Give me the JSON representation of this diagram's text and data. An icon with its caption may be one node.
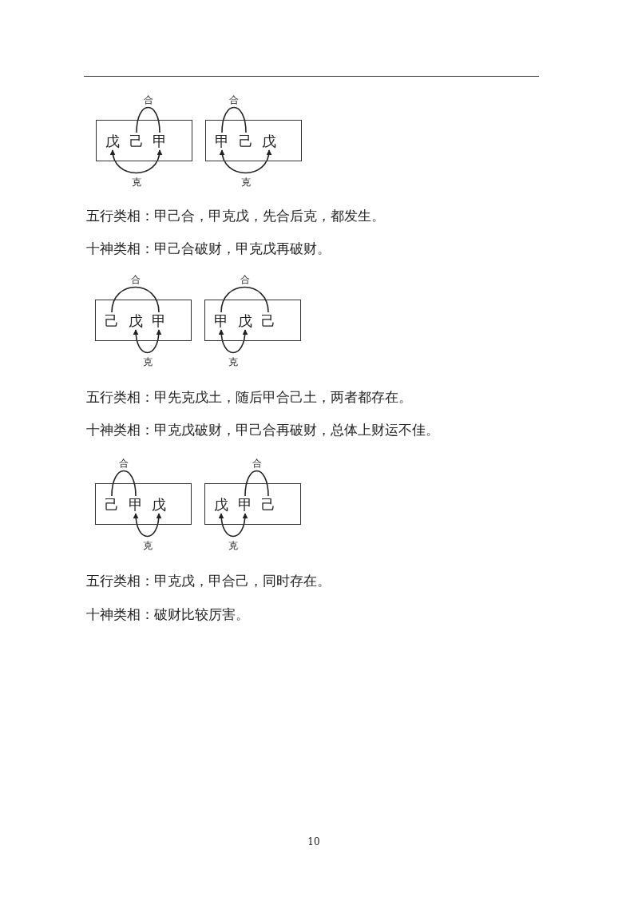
{
  "diagram": {
    "nodes": [
      {
        "text": [],
        "shape": "box"
      },
      {
        "text": [
          "戊"
        ],
        "in": 0
      },
      {
        "text": [
          "己"
        ],
        "in": 0
      },
      {
        "text": [
          "甲"
        ],
        "in": 0
      },
      {
        "text": [],
        "shape": "box"
      },
      {
        "text": [
          "甲"
        ],
        "in": 4
      },
      {
        "text": [
          "己"
        ],
        "in": 4
      },
      {
        "text": [
          "戊"
        ],
        "in": 4
      },
      {
        "text": [],
        "shape": "box"
      },
      {
        "text": [
          "己"
        ],
        "in": 8
      },
      {
        "text": [
          "戊"
        ],
        "in": 8
      },
      {
        "text": [
          "甲"
        ],
        "in": 8
      },
      {
        "text": [],
        "shape": "box"
      },
      {
        "text": [
          "甲"
        ],
        "in": 12
      },
      {
        "text": [
          "戊"
        ],
        "in": 12
      },
      {
        "text": [
          "己"
        ],
        "in": 12
      },
      {
        "text": [],
        "shape": "box"
      },
      {
        "text": [
          "己"
        ],
        "in": 16
      },
      {
        "text": [
          "甲"
        ],
        "in": 16
      },
      {
        "text": [
          "戊"
        ],
        "in": 16
      },
      {
        "text": [],
        "shape": "box"
      },
      {
        "text": [
          "戊"
        ],
        "in": 20
      },
      {
        "text": [
          "甲"
        ],
        "in": 20
      },
      {
        "text": [
          "己"
        ],
        "in": 20
      }
    ],
    "edges": [
      {
        "from": 3,
        "to": 2,
        "arrow": "none",
        "label": "合"
      },
      {
        "from": 3,
        "to": 1,
        "arrow": "both",
        "label": "克"
      },
      {
        "from": 5,
        "to": 6,
        "arrow": "none",
        "label": "合"
      },
      {
        "from": 5,
        "to": 7,
        "arrow": "both",
        "label": "克"
      },
      {
        "from": 11,
        "to": 9,
        "arrow": "none",
        "label": "合"
      },
      {
        "from": 11,
        "to": 10,
        "arrow": "both",
        "label": "克"
      },
      {
        "from": 13,
        "to": 15,
        "arrow": "none",
        "label": "合"
      },
      {
        "from": 13,
        "to": 14,
        "arrow": "both",
        "label": "克"
      },
      {
        "from": 18,
        "to": 17,
        "arrow": "none",
        "label": "合"
      },
      {
        "from": 18,
        "to": 19,
        "arrow": "both",
        "label": "克"
      },
      {
        "from": 22,
        "to": 23,
        "arrow": "none",
        "label": "合"
      },
      {
        "from": 22,
        "to": 21,
        "arrow": "both",
        "label": "克"
      }
    ],
    "labels": [
      "五行类相：甲己合，甲克戊，先合后克，都发生。",
      "十神类相：甲己合破财，甲克戊再破财。",
      "五行类相：甲先克戊土，随后甲合己土，两者都存在。",
      "十神类相：甲克戊破财，甲己合再破财，总体上财运不佳。",
      "五行类相：甲克戊，甲合己，同时存在。",
      "十神类相：破财比较厉害。",
      "10"
    ]
  }
}
